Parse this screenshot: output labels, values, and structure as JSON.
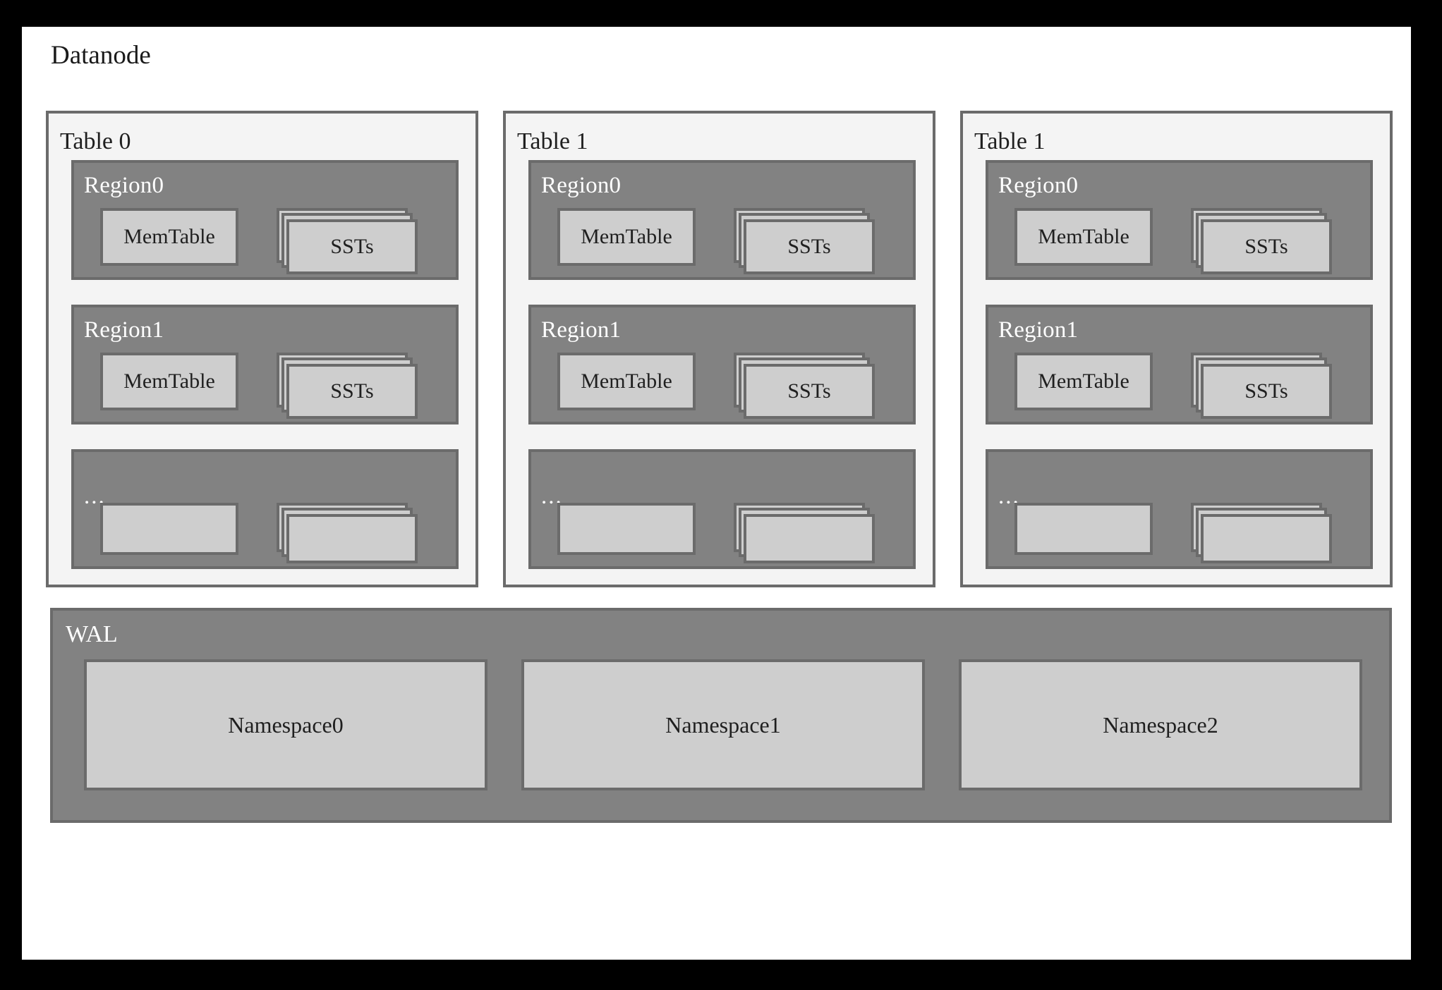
{
  "diagram": {
    "title": "Datanode",
    "colors": {
      "outer_frame": "#000000",
      "canvas": "#ffffff",
      "table_background": "#f4f4f4",
      "region_background": "#828282",
      "box_fill": "#cecece",
      "border": "#6b6b6b",
      "label_light": "#ffffff",
      "label_dark": "#1f1f1f"
    },
    "tables": [
      {
        "label": "Table 0",
        "regions": [
          {
            "label": "Region0",
            "memtable": "MemTable",
            "ssts": "SSTs",
            "sst_layers": 3
          },
          {
            "label": "Region1",
            "memtable": "MemTable",
            "ssts": "SSTs",
            "sst_layers": 3
          },
          {
            "label": "...",
            "memtable": "",
            "ssts": "",
            "sst_layers": 3
          }
        ]
      },
      {
        "label": "Table 1",
        "regions": [
          {
            "label": "Region0",
            "memtable": "MemTable",
            "ssts": "SSTs",
            "sst_layers": 3
          },
          {
            "label": "Region1",
            "memtable": "MemTable",
            "ssts": "SSTs",
            "sst_layers": 3
          },
          {
            "label": "...",
            "memtable": "",
            "ssts": "",
            "sst_layers": 3
          }
        ]
      },
      {
        "label": "Table 1",
        "regions": [
          {
            "label": "Region0",
            "memtable": "MemTable",
            "ssts": "SSTs",
            "sst_layers": 3
          },
          {
            "label": "Region1",
            "memtable": "MemTable",
            "ssts": "SSTs",
            "sst_layers": 3
          },
          {
            "label": "...",
            "memtable": "",
            "ssts": "",
            "sst_layers": 3
          }
        ]
      }
    ],
    "wal": {
      "label": "WAL",
      "namespaces": [
        "Namespace0",
        "Namespace1",
        "Namespace2"
      ]
    }
  }
}
